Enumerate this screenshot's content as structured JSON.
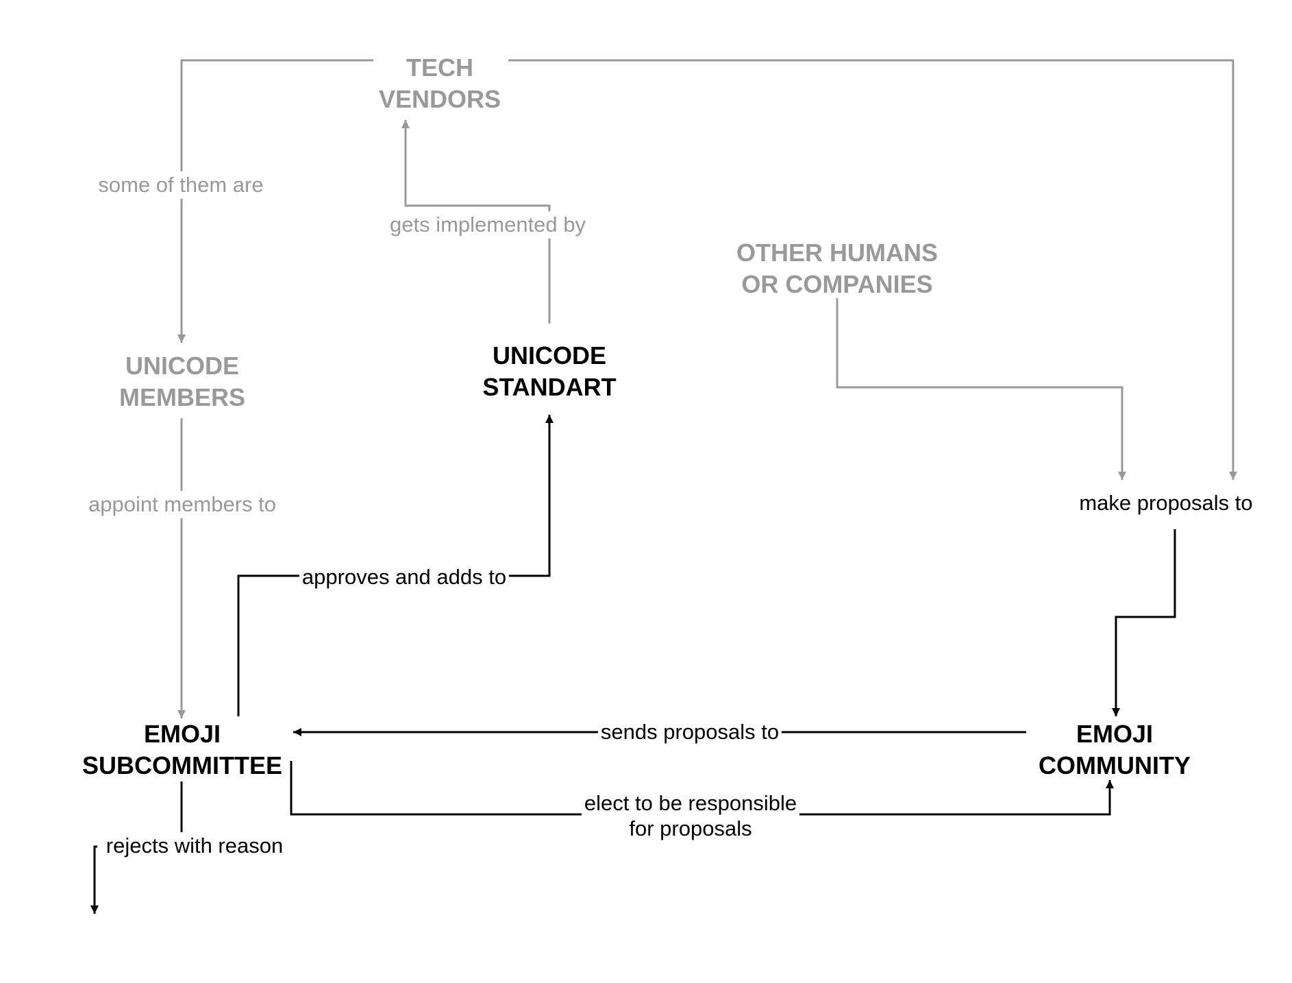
{
  "colors": {
    "primary": "#000000",
    "secondary": "#999999",
    "background": "#ffffff"
  },
  "nodes": {
    "tech_vendors": {
      "line1": "TECH",
      "line2": "VENDORS"
    },
    "unicode_members": {
      "line1": "UNICODE",
      "line2": "MEMBERS"
    },
    "unicode_standart": {
      "line1": "UNICODE",
      "line2": "STANDART"
    },
    "other_humans": {
      "line1": "OTHER HUMANS",
      "line2": "OR COMPANIES"
    },
    "emoji_subcommittee": {
      "line1": "EMOJI",
      "line2": "SUBCOMMITTEE"
    },
    "emoji_community": {
      "line1": "EMOJI",
      "line2": "COMMUNITY"
    }
  },
  "edges": {
    "some_of_them_are": "some of them are",
    "gets_implemented_by": "gets implemented by",
    "appoint_members_to": "appoint members to",
    "make_proposals_to": "make proposals to",
    "approves_and_adds_to": "approves and adds to",
    "sends_proposals_to": "sends proposals to",
    "elect_line1": "elect to be responsible",
    "elect_line2": "for proposals",
    "rejects_with_reason": "rejects with reason"
  }
}
